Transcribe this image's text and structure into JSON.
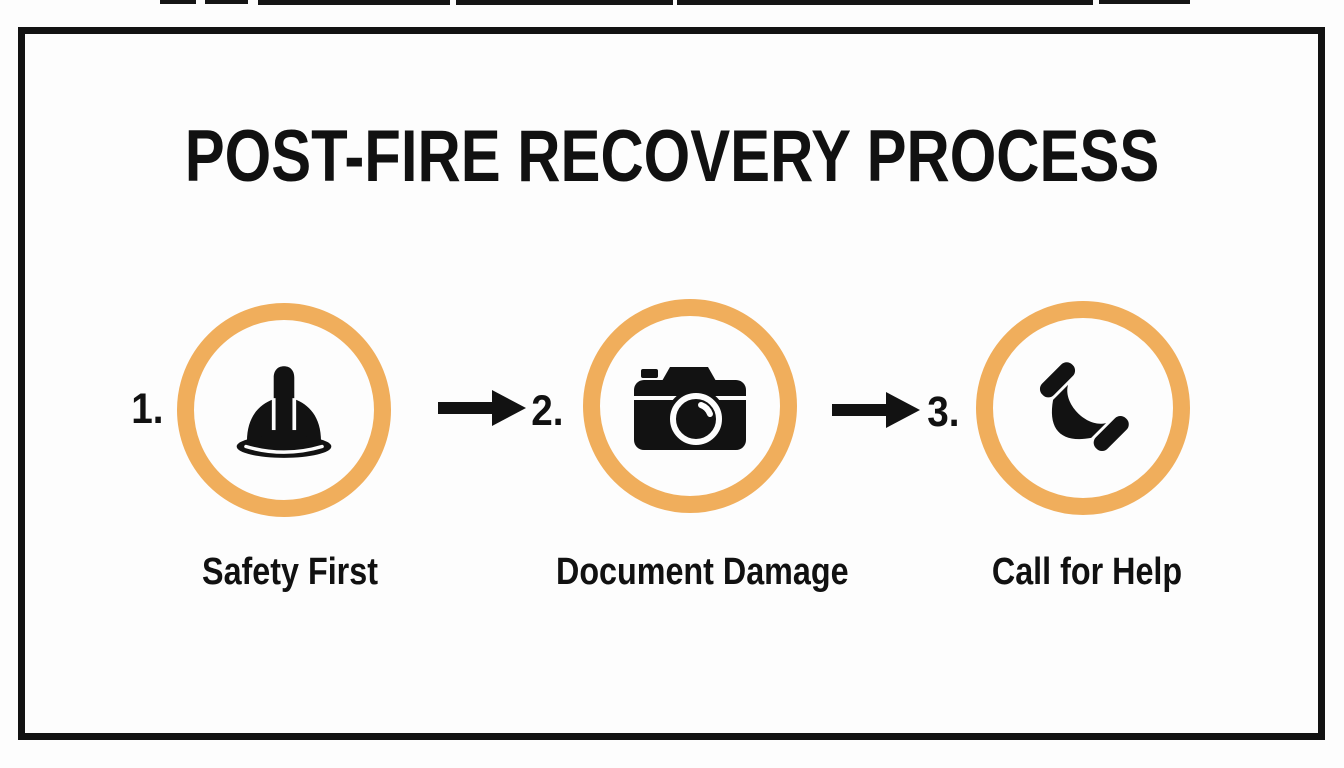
{
  "title": "POST-FIRE RECOVERY PROCESS",
  "steps": [
    {
      "number": "1.",
      "label": "Safety First",
      "icon": "hard-hat-icon"
    },
    {
      "number": "2.",
      "label": "Document Damage",
      "icon": "camera-icon"
    },
    {
      "number": "3.",
      "label": "Call for Help",
      "icon": "phone-icon"
    }
  ],
  "colors": {
    "ring_orange": "#F0AE5C",
    "ink_black": "#121212",
    "background": "#FDFDFD"
  }
}
